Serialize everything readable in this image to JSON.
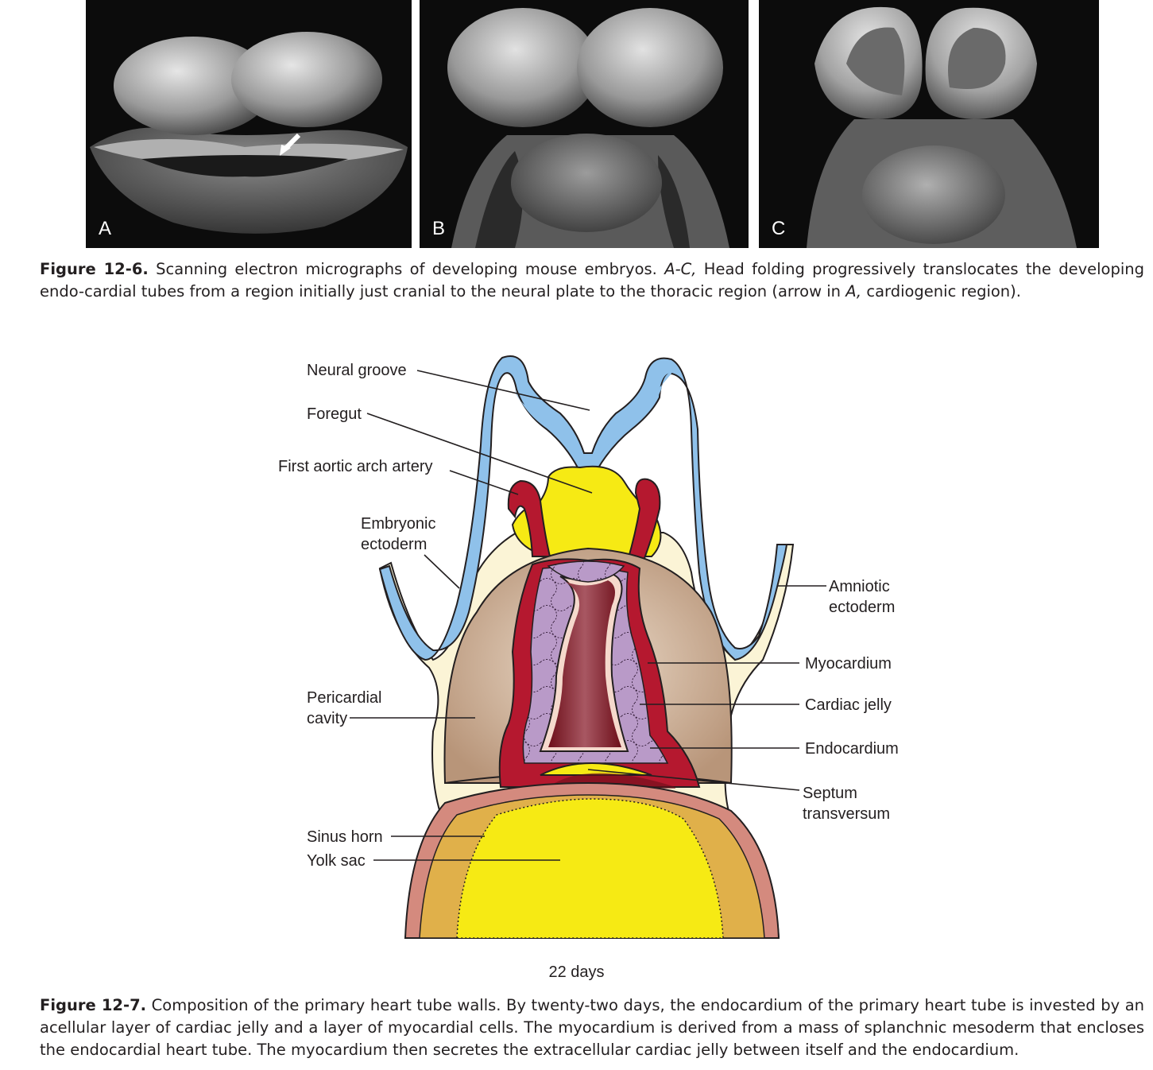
{
  "figure_12_6": {
    "panels": [
      {
        "letter": "A"
      },
      {
        "letter": "B"
      },
      {
        "letter": "C"
      }
    ],
    "number": "Figure 12-6.",
    "caption_part1": "Scanning electron micrographs of developing mouse embryos.",
    "caption_italic1": "A-C,",
    "caption_part2": "Head folding progressively translocates the developing endo-cardial tubes from a region initially just cranial to the neural plate to the thoracic region (arrow in",
    "caption_italic2": "A,",
    "caption_part3": "cardiogenic region)."
  },
  "figure_12_7": {
    "labels": {
      "neural_groove": "Neural groove",
      "foregut": "Foregut",
      "first_aortic_arch_artery": "First aortic arch artery",
      "embryonic_ectoderm_1": "Embryonic",
      "embryonic_ectoderm_2": "ectoderm",
      "amniotic_ectoderm_1": "Amniotic",
      "amniotic_ectoderm_2": "ectoderm",
      "myocardium": "Myocardium",
      "cardiac_jelly": "Cardiac jelly",
      "endocardium": "Endocardium",
      "pericardial_cavity_1": "Pericardial",
      "pericardial_cavity_2": "cavity",
      "septum_transversum_1": "Septum",
      "septum_transversum_2": "transversum",
      "sinus_horn": "Sinus horn",
      "yolk_sac": "Yolk sac"
    },
    "age": "22 days",
    "number": "Figure 12-7.",
    "caption": "Composition of the primary heart tube walls. By twenty-two days, the endocardium of the primary heart tube is invested by an acellular layer of cardiac jelly and a layer of myocardial cells. The myocardium is derived from a mass of splanchnic mesoderm that encloses the endocardial heart tube. The myocardium then secretes the extracellular cardiac jelly between itself and the endocardium."
  },
  "colors": {
    "ectoderm_blue": "#8fc1ea",
    "foregut_yellow": "#f6ea14",
    "myocardium_red": "#b5182f",
    "cardiac_jelly_purple": "#b99ac8",
    "mesoderm_cream": "#fbf4d6",
    "pericardial_tan": "#c8a68d",
    "sinus_orange": "#e0b04a"
  }
}
